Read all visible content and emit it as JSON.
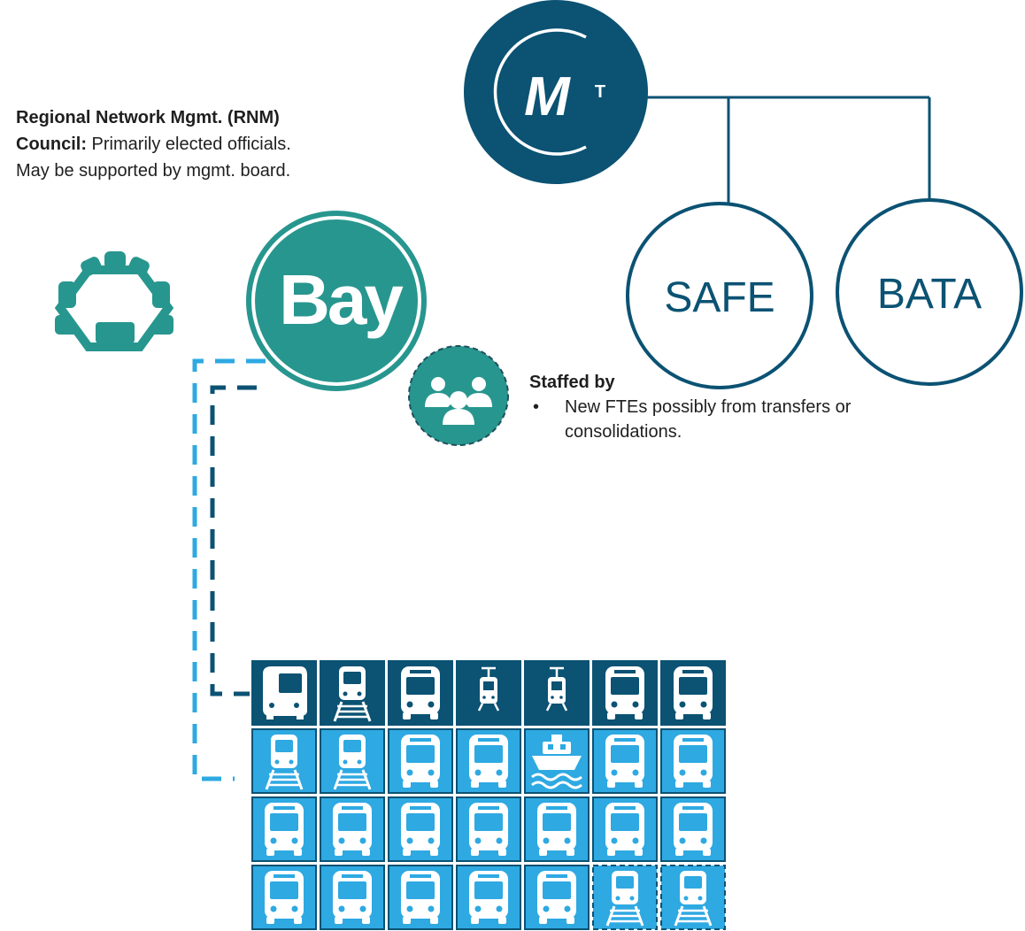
{
  "council": {
    "bold": "Regional Network Mgmt. (RNM) Council:",
    "text": " Primarily elected officials. May be supported by mgmt. board."
  },
  "mtc_logo": {
    "mark": "M",
    "superscript": "T"
  },
  "bay_logo": {
    "text": "Bay"
  },
  "safe": {
    "label": "SAFE"
  },
  "bata": {
    "label": "BATA"
  },
  "staffed": {
    "title": "Staffed by",
    "bullet": "New FTEs possibly from transfers or consolidations."
  },
  "colors": {
    "mtc_navy": "#0b5273",
    "teal": "#27968f",
    "dark_tile": "#0b5273",
    "light_tile": "#2ea9e2",
    "dash_light": "#2ea9e2",
    "dash_dark": "#0b5273"
  },
  "operator_grid": {
    "rows": [
      [
        {
          "icon": "rail-car-icon",
          "style": "dark"
        },
        {
          "icon": "train-icon",
          "style": "dark"
        },
        {
          "icon": "bus-icon",
          "style": "dark"
        },
        {
          "icon": "tram-icon",
          "style": "dark"
        },
        {
          "icon": "tram-icon",
          "style": "dark"
        },
        {
          "icon": "bus-icon",
          "style": "dark"
        },
        {
          "icon": "bus-icon",
          "style": "dark"
        }
      ],
      [
        {
          "icon": "train-icon",
          "style": "light"
        },
        {
          "icon": "train-icon",
          "style": "light"
        },
        {
          "icon": "bus-icon",
          "style": "light"
        },
        {
          "icon": "bus-icon",
          "style": "light"
        },
        {
          "icon": "ferry-icon",
          "style": "light"
        },
        {
          "icon": "bus-icon",
          "style": "light"
        },
        {
          "icon": "bus-icon",
          "style": "light"
        }
      ],
      [
        {
          "icon": "bus-icon",
          "style": "light"
        },
        {
          "icon": "bus-icon",
          "style": "light"
        },
        {
          "icon": "bus-icon",
          "style": "light"
        },
        {
          "icon": "bus-icon",
          "style": "light"
        },
        {
          "icon": "bus-icon",
          "style": "light"
        },
        {
          "icon": "bus-icon",
          "style": "light"
        },
        {
          "icon": "bus-icon",
          "style": "light"
        }
      ],
      [
        {
          "icon": "bus-icon",
          "style": "light"
        },
        {
          "icon": "bus-icon",
          "style": "light"
        },
        {
          "icon": "bus-icon",
          "style": "light"
        },
        {
          "icon": "bus-icon",
          "style": "light"
        },
        {
          "icon": "bus-icon",
          "style": "light"
        },
        {
          "icon": "train-icon",
          "style": "light-dashed"
        },
        {
          "icon": "train-icon",
          "style": "light-dashed"
        }
      ]
    ]
  }
}
